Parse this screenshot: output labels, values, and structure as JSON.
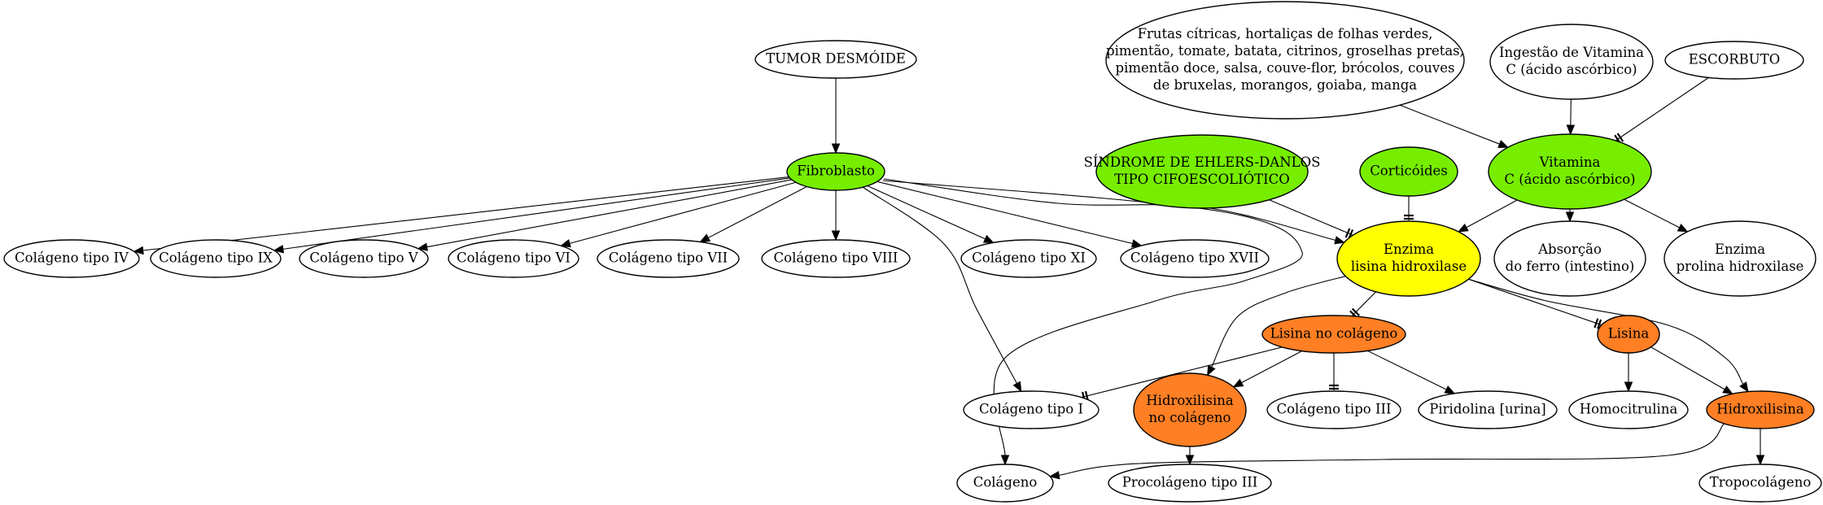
{
  "colors": {
    "green": "#77ee00",
    "yellow": "#ffff00",
    "orange": "#ff7f24",
    "white": "#ffffff"
  },
  "nodes": {
    "tumor": {
      "lines": [
        "TUMOR DESMÓIDE"
      ],
      "color": "white"
    },
    "fibroblasto": {
      "lines": [
        "Fibroblasto"
      ],
      "color": "green"
    },
    "col_iv": {
      "lines": [
        "Colágeno tipo IV"
      ],
      "color": "white"
    },
    "col_ix": {
      "lines": [
        "Colágeno tipo IX"
      ],
      "color": "white"
    },
    "col_v": {
      "lines": [
        "Colágeno tipo V"
      ],
      "color": "white"
    },
    "col_vi": {
      "lines": [
        "Colágeno tipo VI"
      ],
      "color": "white"
    },
    "col_vii": {
      "lines": [
        "Colágeno tipo VII"
      ],
      "color": "white"
    },
    "col_viii": {
      "lines": [
        "Colágeno tipo VIII"
      ],
      "color": "white"
    },
    "col_xi": {
      "lines": [
        "Colágeno tipo XI"
      ],
      "color": "white"
    },
    "col_xvii": {
      "lines": [
        "Colágeno tipo XVII"
      ],
      "color": "white"
    },
    "frutas": {
      "lines": [
        "Frutas cítricas, hortaliças de folhas verdes,",
        "pimentão, tomate, batata, citrinos, groselhas pretas,",
        "pimentão doce, salsa, couve-flor, brócolos, couves",
        "de bruxelas, morangos, goiaba, manga"
      ],
      "color": "white"
    },
    "ingestao": {
      "lines": [
        "Ingestão de Vitamina",
        "C (ácido ascórbico)"
      ],
      "color": "white"
    },
    "escorbuto": {
      "lines": [
        "ESCORBUTO"
      ],
      "color": "white"
    },
    "ehlers": {
      "lines": [
        "SÍNDROME DE EHLERS-DANLOS",
        "TIPO CIFOESCOLIÓTICO"
      ],
      "color": "green"
    },
    "corticoides": {
      "lines": [
        "Corticóides"
      ],
      "color": "green"
    },
    "vitamina": {
      "lines": [
        "Vitamina",
        "C (ácido ascórbico)"
      ],
      "color": "green"
    },
    "enzima_lh": {
      "lines": [
        "Enzima",
        "lisina hidroxilase"
      ],
      "color": "yellow"
    },
    "absorcao": {
      "lines": [
        "Absorção",
        "do ferro (intestino)"
      ],
      "color": "white"
    },
    "enzima_ph": {
      "lines": [
        "Enzima",
        "prolina hidroxilase"
      ],
      "color": "white"
    },
    "lisina_col": {
      "lines": [
        "Lisina no colágeno"
      ],
      "color": "orange"
    },
    "lisina": {
      "lines": [
        "Lisina"
      ],
      "color": "orange"
    },
    "col_i": {
      "lines": [
        "Colágeno tipo I"
      ],
      "color": "white"
    },
    "hidrox_col": {
      "lines": [
        "Hidroxilisina",
        "no colágeno"
      ],
      "color": "orange"
    },
    "col_iii": {
      "lines": [
        "Colágeno tipo III"
      ],
      "color": "white"
    },
    "piridolina": {
      "lines": [
        "Piridolina [urina]"
      ],
      "color": "white"
    },
    "homocitrulina": {
      "lines": [
        "Homocitrulina"
      ],
      "color": "white"
    },
    "hidroxilisina": {
      "lines": [
        "Hidroxilisina"
      ],
      "color": "orange"
    },
    "colageno": {
      "lines": [
        "Colágeno"
      ],
      "color": "white"
    },
    "procolageno": {
      "lines": [
        "Procolágeno tipo III"
      ],
      "color": "white"
    },
    "tropocolageno": {
      "lines": [
        "Tropocolágeno"
      ],
      "color": "white"
    }
  },
  "edges": [
    {
      "from": "tumor",
      "to": "fibroblasto",
      "type": "arrow"
    },
    {
      "from": "fibroblasto",
      "to": "col_iv",
      "type": "arrow"
    },
    {
      "from": "fibroblasto",
      "to": "col_ix",
      "type": "arrow"
    },
    {
      "from": "fibroblasto",
      "to": "col_v",
      "type": "arrow"
    },
    {
      "from": "fibroblasto",
      "to": "col_vi",
      "type": "arrow"
    },
    {
      "from": "fibroblasto",
      "to": "col_vii",
      "type": "arrow"
    },
    {
      "from": "fibroblasto",
      "to": "col_viii",
      "type": "arrow"
    },
    {
      "from": "fibroblasto",
      "to": "col_xi",
      "type": "arrow"
    },
    {
      "from": "fibroblasto",
      "to": "col_xvii",
      "type": "arrow"
    },
    {
      "from": "fibroblasto",
      "to": "enzima_lh",
      "type": "arrow"
    },
    {
      "from": "fibroblasto",
      "to": "col_i",
      "type": "arrow"
    },
    {
      "from": "fibroblasto",
      "to": "colageno",
      "type": "arrow"
    },
    {
      "from": "frutas",
      "to": "vitamina",
      "type": "arrow"
    },
    {
      "from": "ingestao",
      "to": "vitamina",
      "type": "arrow"
    },
    {
      "from": "escorbuto",
      "to": "vitamina",
      "type": "tee"
    },
    {
      "from": "ehlers",
      "to": "enzima_lh",
      "type": "tee"
    },
    {
      "from": "corticoides",
      "to": "enzima_lh",
      "type": "tee"
    },
    {
      "from": "vitamina",
      "to": "enzima_lh",
      "type": "arrow"
    },
    {
      "from": "vitamina",
      "to": "absorcao",
      "type": "arrow"
    },
    {
      "from": "vitamina",
      "to": "enzima_ph",
      "type": "arrow"
    },
    {
      "from": "enzima_lh",
      "to": "lisina_col",
      "type": "tee"
    },
    {
      "from": "enzima_lh",
      "to": "hidrox_col",
      "type": "arrow"
    },
    {
      "from": "enzima_lh",
      "to": "lisina",
      "type": "tee"
    },
    {
      "from": "enzima_lh",
      "to": "hidroxilisina",
      "type": "arrow"
    },
    {
      "from": "lisina_col",
      "to": "col_i",
      "type": "tee"
    },
    {
      "from": "lisina_col",
      "to": "hidrox_col",
      "type": "arrow"
    },
    {
      "from": "lisina_col",
      "to": "col_iii",
      "type": "tee"
    },
    {
      "from": "lisina_col",
      "to": "piridolina",
      "type": "arrow"
    },
    {
      "from": "lisina",
      "to": "homocitrulina",
      "type": "arrow"
    },
    {
      "from": "lisina",
      "to": "hidroxilisina",
      "type": "arrow"
    },
    {
      "from": "hidrox_col",
      "to": "procolageno",
      "type": "arrow"
    },
    {
      "from": "hidroxilisina",
      "to": "colageno",
      "type": "arrow"
    },
    {
      "from": "hidroxilisina",
      "to": "tropocolageno",
      "type": "arrow"
    }
  ]
}
